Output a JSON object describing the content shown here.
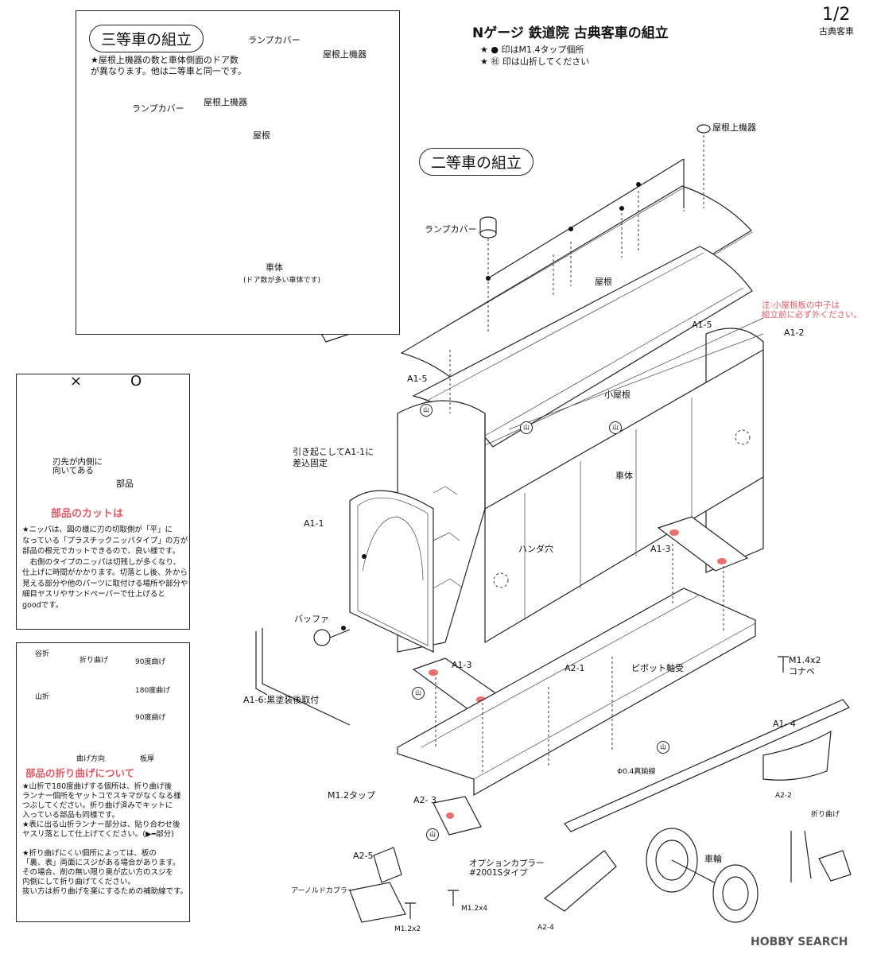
{
  "page": {
    "number": "1/2",
    "subtitle": "古典客車"
  },
  "header": {
    "title": "Nゲージ 鉄道院 古典客車の組立",
    "legend_tap": "★ ● 印はM1.4タップ個所",
    "legend_fold": "★ ㊓ 印は山折してください"
  },
  "third_class": {
    "heading": "三等車の組立",
    "note": "★屋根上機器の数と車体側面のドア数\nが異なります。他は二等車と同一です。",
    "labels": {
      "lamp_cover_1": "ランプカバー",
      "roof_equip_1": "屋根上機器",
      "lamp_cover_2": "ランプカバー",
      "roof_equip_2": "屋根上機器",
      "roof": "屋根",
      "body": "車体",
      "body_note": "(ドア数が多い車体です)"
    }
  },
  "second_class": {
    "heading": "二等車の組立",
    "labels": {
      "roof_equip": "屋根上機器",
      "lamp_cover": "ランプカバー",
      "roof": "屋根",
      "note_red": "注:小屋根板の中子は\n組立前に必ず外ください。",
      "a1_5_right": "A1-5",
      "a1_2": "A1-2",
      "a1_5_left": "A1-5",
      "small_roof": "小屋根",
      "pull_up": "引き起こしてA1-1に\n差込固定",
      "body": "車体",
      "a1_1": "A1-1",
      "a1_3_right": "A1-3",
      "solder_hole": "ハンダ穴",
      "buffer": "バッファ",
      "a1_3_left": "A1-3",
      "a2_1": "A2-1",
      "pivot": "ピボット軸受",
      "screw": "M1.4x2\nコナベ",
      "a1_6": "A1-6:黒塗装後取付",
      "a1_4": "A1- 4",
      "axle_wire": "Φ0.4真鍮線",
      "a2_2": "A2-2",
      "fold": "折り曲げ",
      "m12_tap": "M1.2タップ",
      "a2_3": "A2- 3",
      "a2_5": "A2-5",
      "option_coupler": "オプションカプラー\n#2001Sタイプ",
      "wheel": "車輪",
      "arnold": "アーノルドカプラー",
      "m12x4": "M1.2x4",
      "m12x2": "M1.2x2",
      "a2_4": "A2-4"
    }
  },
  "cut_panel": {
    "mark_bad": "×",
    "mark_good": "O",
    "inner_note": "刃先が内側に\n向いてある",
    "part_label": "部品",
    "heading": "部品のカットは",
    "body": "★ニッパは、図の様に刃の切取側が「平」に\nなっている「プラスチックニッパタイプ」の方が\n部品の根元でカットできるので、良い様です。\n　右側のタイプのニッパは切残しが多くなり、\n仕上げに時間がかかります。切落とし後、外から\n見える部分や他のパーツに取付ける場所や部分や\n細目ヤスリやサンドペーパーで仕上げると\ngoodです。"
  },
  "fold_panel": {
    "valley": "谷折",
    "valley_note": "折り曲げ",
    "deg90": "90度曲げ",
    "mountain": "山折",
    "deg180": "180度曲げ",
    "deg90b": "90度曲げ",
    "dir": "曲げ方向",
    "thick": "板厚",
    "heading": "部品の折り曲げについて",
    "body": "★山折で180度曲げする個所は、折り曲げ後\nランナー個所をヤットコでスキマがなくなる様\nつぶしてください。折り曲げ済みでキットに\n入っている部品も同様です。\n★表に出る山折ランナー部分は、貼り合わせ後\nヤスリ落として仕上げてください。(▶━部分)\n\n★折り曲げにくい個所によっては、板の\n「裏、表」両面にスジがある場合があります。\nその場合、削の無い限り奥が広い方のスジを\n内側にして折り曲げてください。\n抜い方は折り曲げを楽にするための補助線です。"
  },
  "watermark": "HOBBY SEARCH",
  "fold_mark": "山"
}
